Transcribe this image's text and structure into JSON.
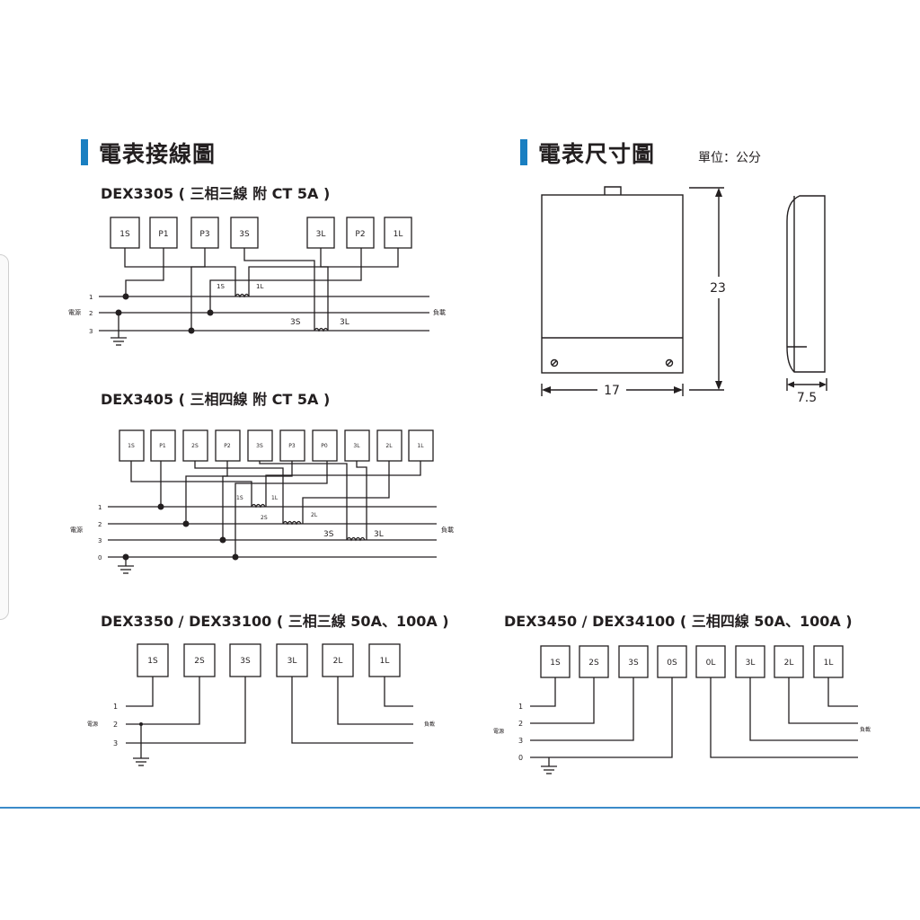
{
  "colors": {
    "accent": "#1a7fc1",
    "line": "#231f20",
    "footer_rule": "#3b8bc9"
  },
  "sections": {
    "wiring": {
      "title": "電表接線圖"
    },
    "dimensions": {
      "title": "電表尺寸圖",
      "unit": "單位：公分"
    }
  },
  "diagrams": {
    "d3305": {
      "title": "DEX3305 ( 三相三線 附 CT 5A )",
      "terminals": [
        "1S",
        "P1",
        "P3",
        "3S",
        "3L",
        "P2",
        "1L"
      ],
      "lines": [
        "1",
        "2",
        "3"
      ],
      "source_label": "電源",
      "load_label": "負載",
      "ct_labels": [
        "1S",
        "1L",
        "3S",
        "3L"
      ]
    },
    "d3405": {
      "title": "DEX3405 ( 三相四線 附 CT 5A )",
      "terminals": [
        "1S",
        "P1",
        "2S",
        "P2",
        "3S",
        "P3",
        "P0",
        "3L",
        "2L",
        "1L"
      ],
      "lines": [
        "1",
        "2",
        "3",
        "0"
      ],
      "source_label": "電源",
      "load_label": "負載",
      "ct_labels": [
        "1S",
        "1L",
        "2S",
        "2L",
        "3S",
        "3L"
      ]
    },
    "d3350": {
      "title": "DEX3350 / DEX33100 ( 三相三線 50A、100A )",
      "terminals": [
        "1S",
        "2S",
        "3S",
        "3L",
        "2L",
        "1L"
      ],
      "lines": [
        "1",
        "2",
        "3"
      ],
      "source_label": "電源",
      "load_label": "負載"
    },
    "d3450": {
      "title": "DEX3450 / DEX34100 ( 三相四線  50A、100A )",
      "terminals": [
        "1S",
        "2S",
        "3S",
        "0S",
        "0L",
        "3L",
        "2L",
        "1L"
      ],
      "lines": [
        "1",
        "2",
        "3",
        "0"
      ],
      "source_label": "電源",
      "load_label": "負載"
    }
  },
  "dimensions": {
    "height": "23",
    "width": "17",
    "depth": "7.5"
  }
}
